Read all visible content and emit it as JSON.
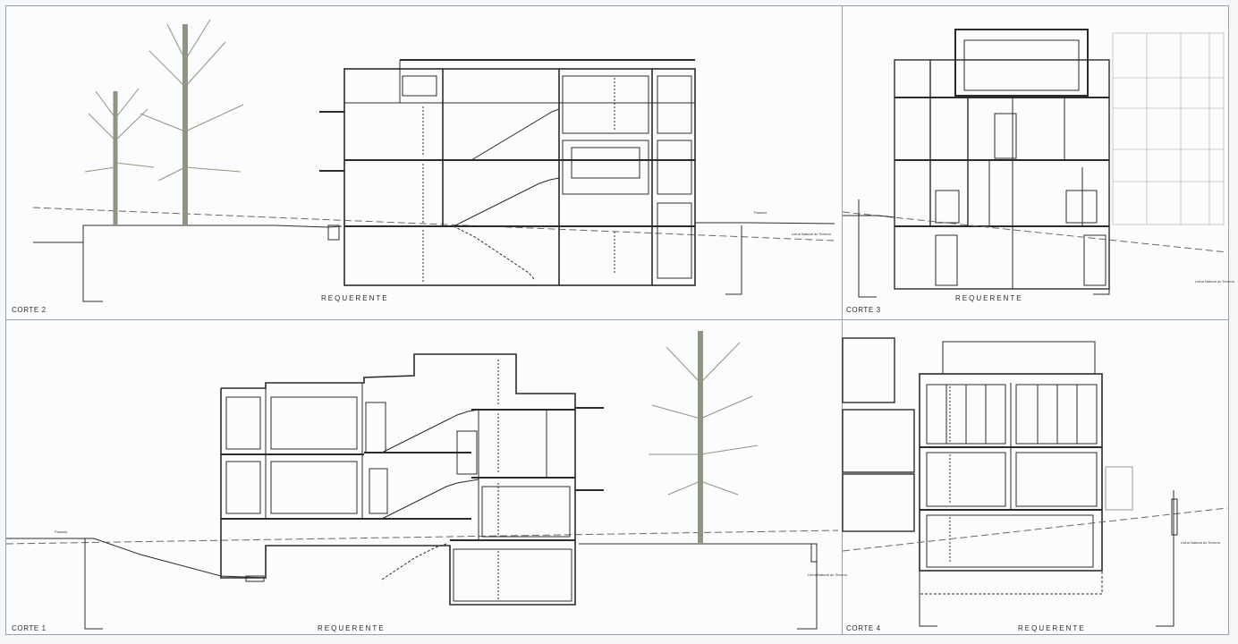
{
  "sheet": {
    "sections": [
      {
        "id": "corte2",
        "title": "CORTE 2",
        "caption": "REQUERENTE",
        "street_label": "Passeio"
      },
      {
        "id": "corte3",
        "title": "CORTE 3",
        "caption": "REQUERENTE"
      },
      {
        "id": "corte1",
        "title": "CORTE 1",
        "caption": "REQUERENTE",
        "street_label": "Passeio"
      },
      {
        "id": "corte4",
        "title": "CORTE 4",
        "caption": "REQUERENTE"
      }
    ],
    "boundary_note": "Linha Natural do Terreno",
    "colors": {
      "line": "#2b2b2b",
      "tree": "#8e9580",
      "ground_dash": "#555555",
      "paper": "#fbfcfd"
    }
  }
}
